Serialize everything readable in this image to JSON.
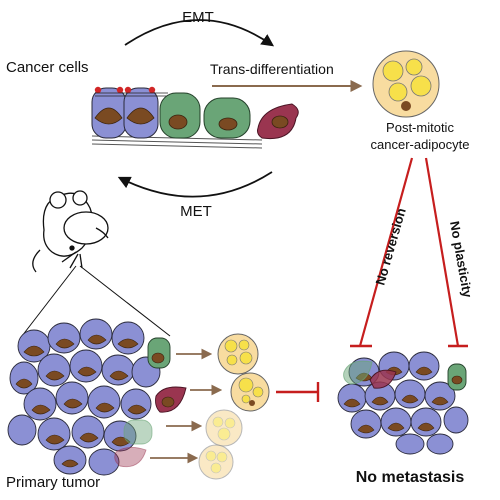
{
  "labels": {
    "emt": "EMT",
    "met": "MET",
    "cancer_cells": "Cancer cells",
    "trans_differentiation": "Trans-differentiation",
    "post_mitotic_line1": "Post-mitotic",
    "post_mitotic_line2": "cancer-adipocyte",
    "no_reversion": "No reversion",
    "no_plasticity": "No plasticity",
    "primary_tumor": "Primary tumor",
    "no_metastasis": "No metastasis"
  },
  "colors": {
    "epithelial_cell": "#8b90d4",
    "mesenchymal_cell": "#6aa577",
    "migratory_cell": "#9a3550",
    "nucleus": "#7a4a22",
    "adipocyte_fill": "#f8dca0",
    "lipid_droplet": "#f7e04a",
    "inhibition_red": "#c61e1e",
    "arrow_brown": "#8a6a4e"
  }
}
